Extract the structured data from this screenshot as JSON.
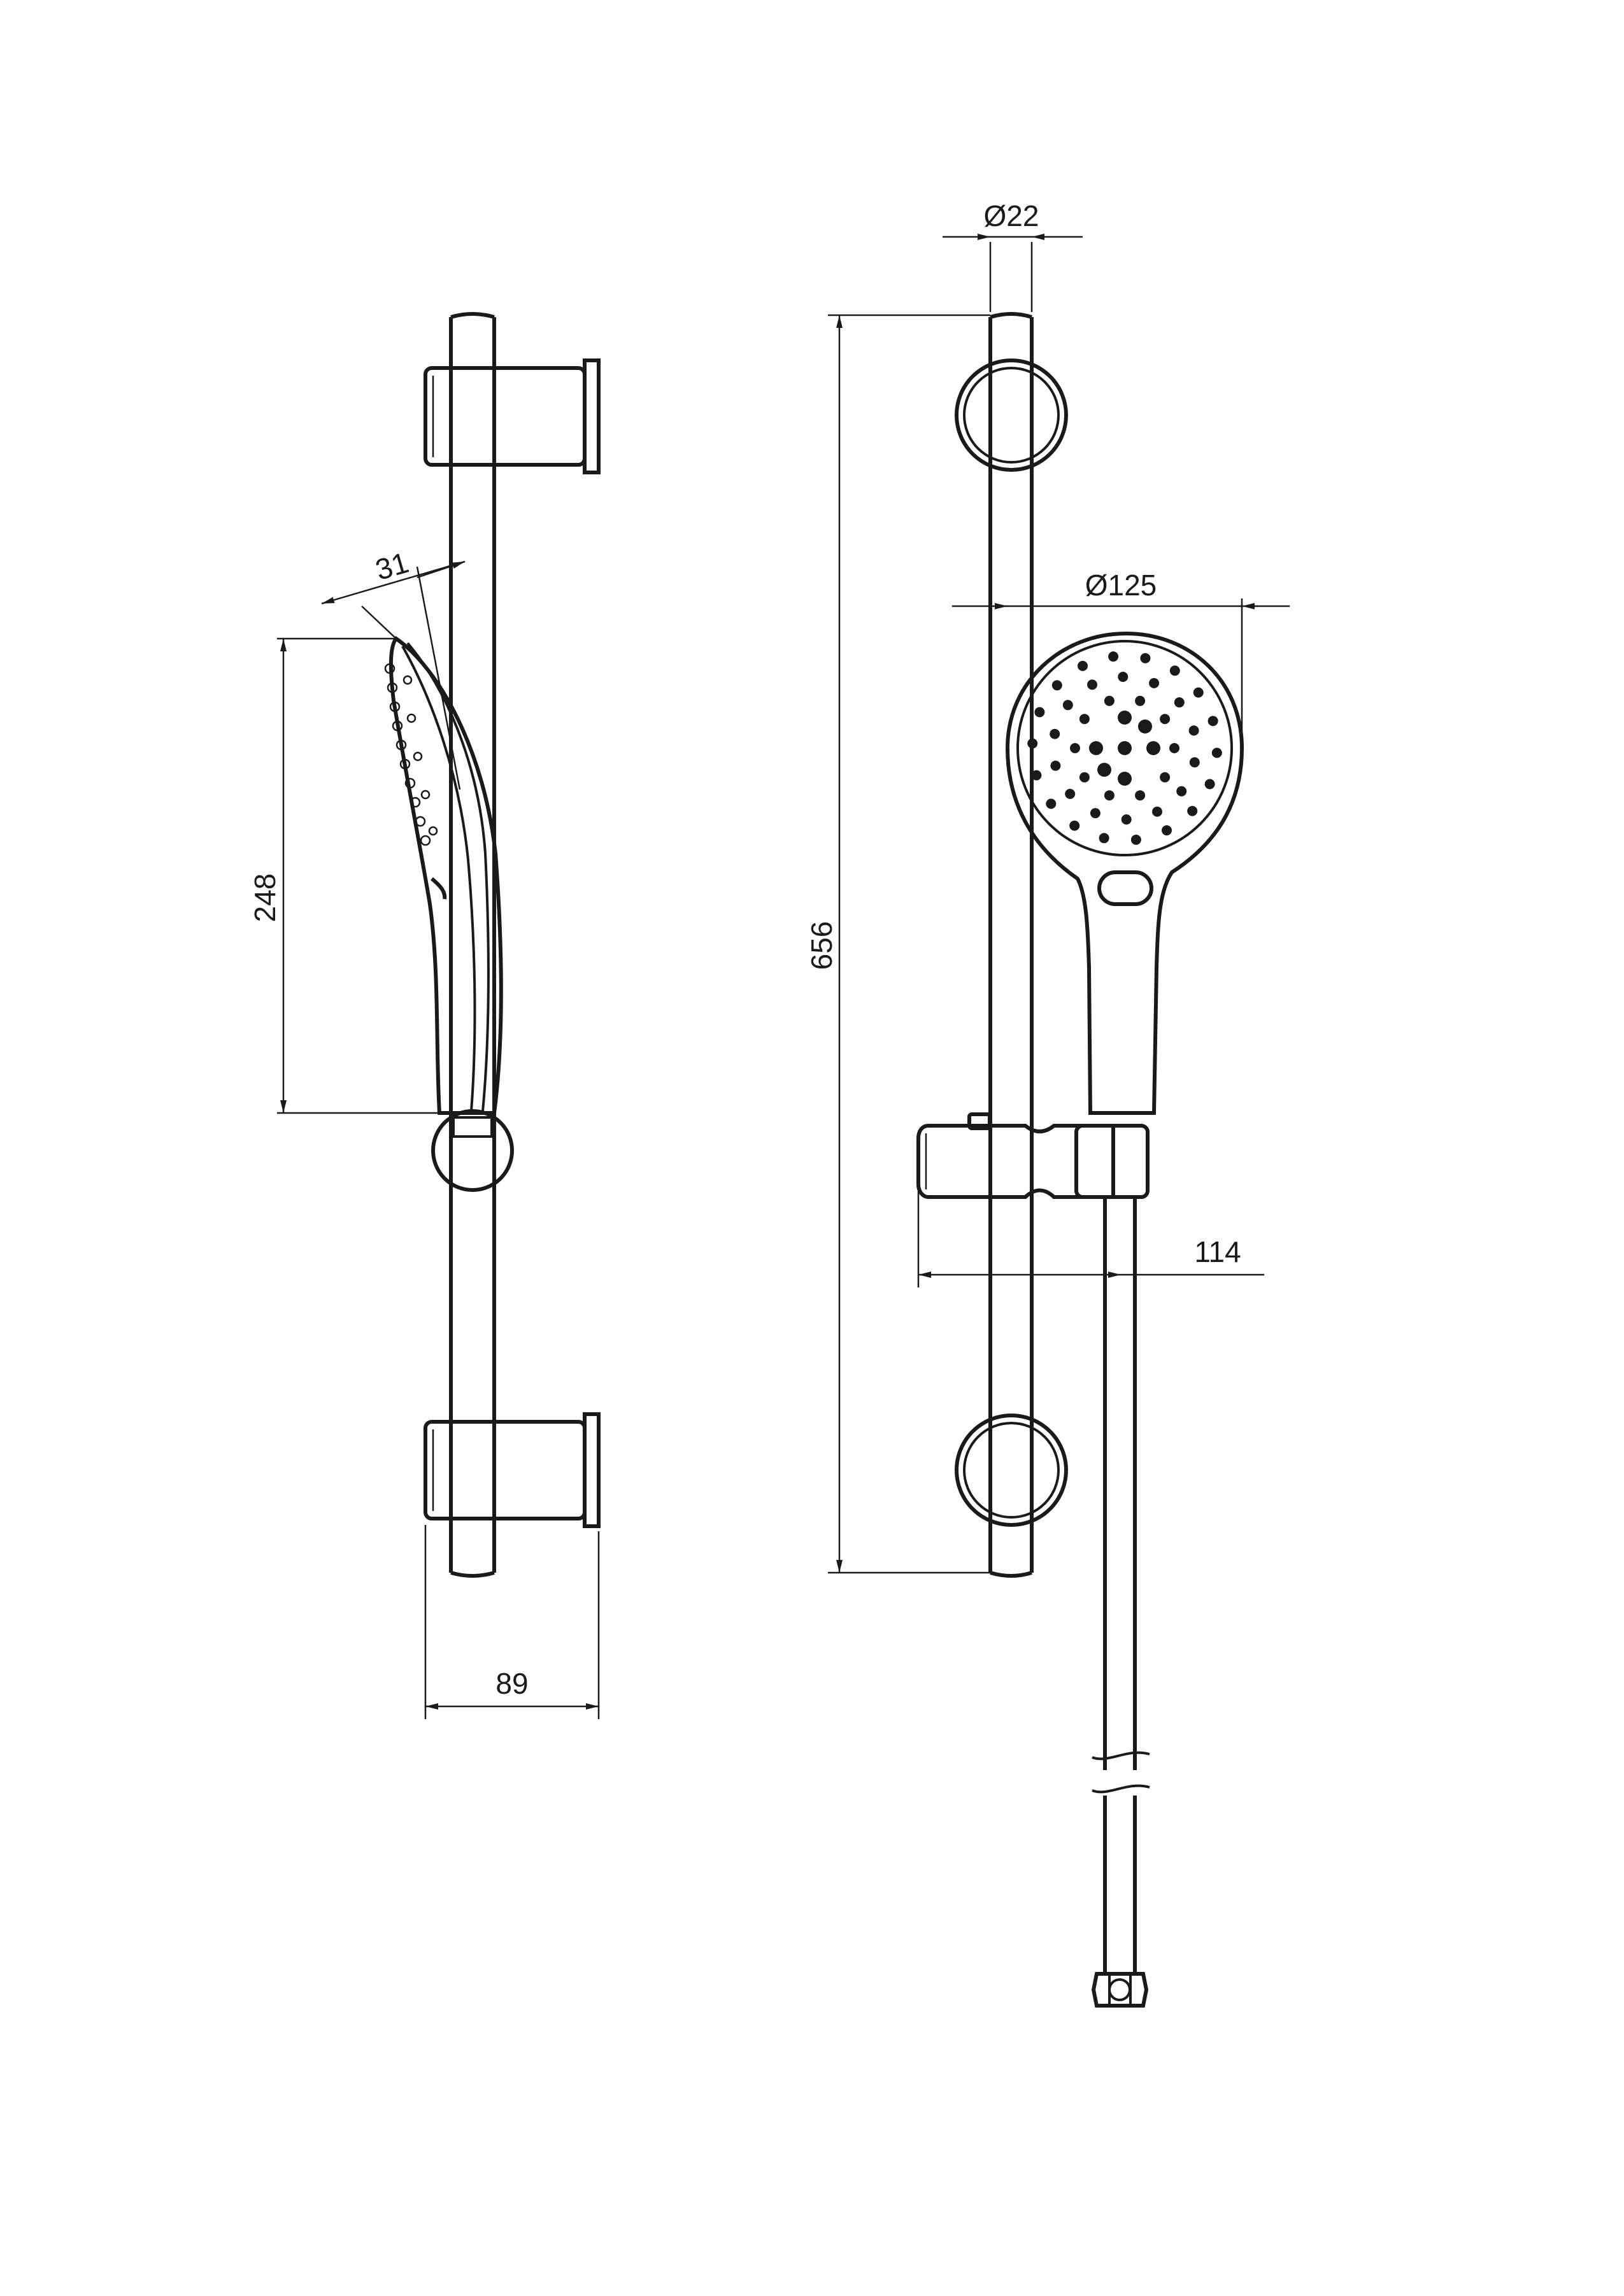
{
  "dimensions": {
    "tube_diameter": "Ø22",
    "head_diameter": "Ø125",
    "head_thickness": "31",
    "head_length": "248",
    "rail_length": "656",
    "holder_projection": "114",
    "bracket_depth": "89"
  }
}
